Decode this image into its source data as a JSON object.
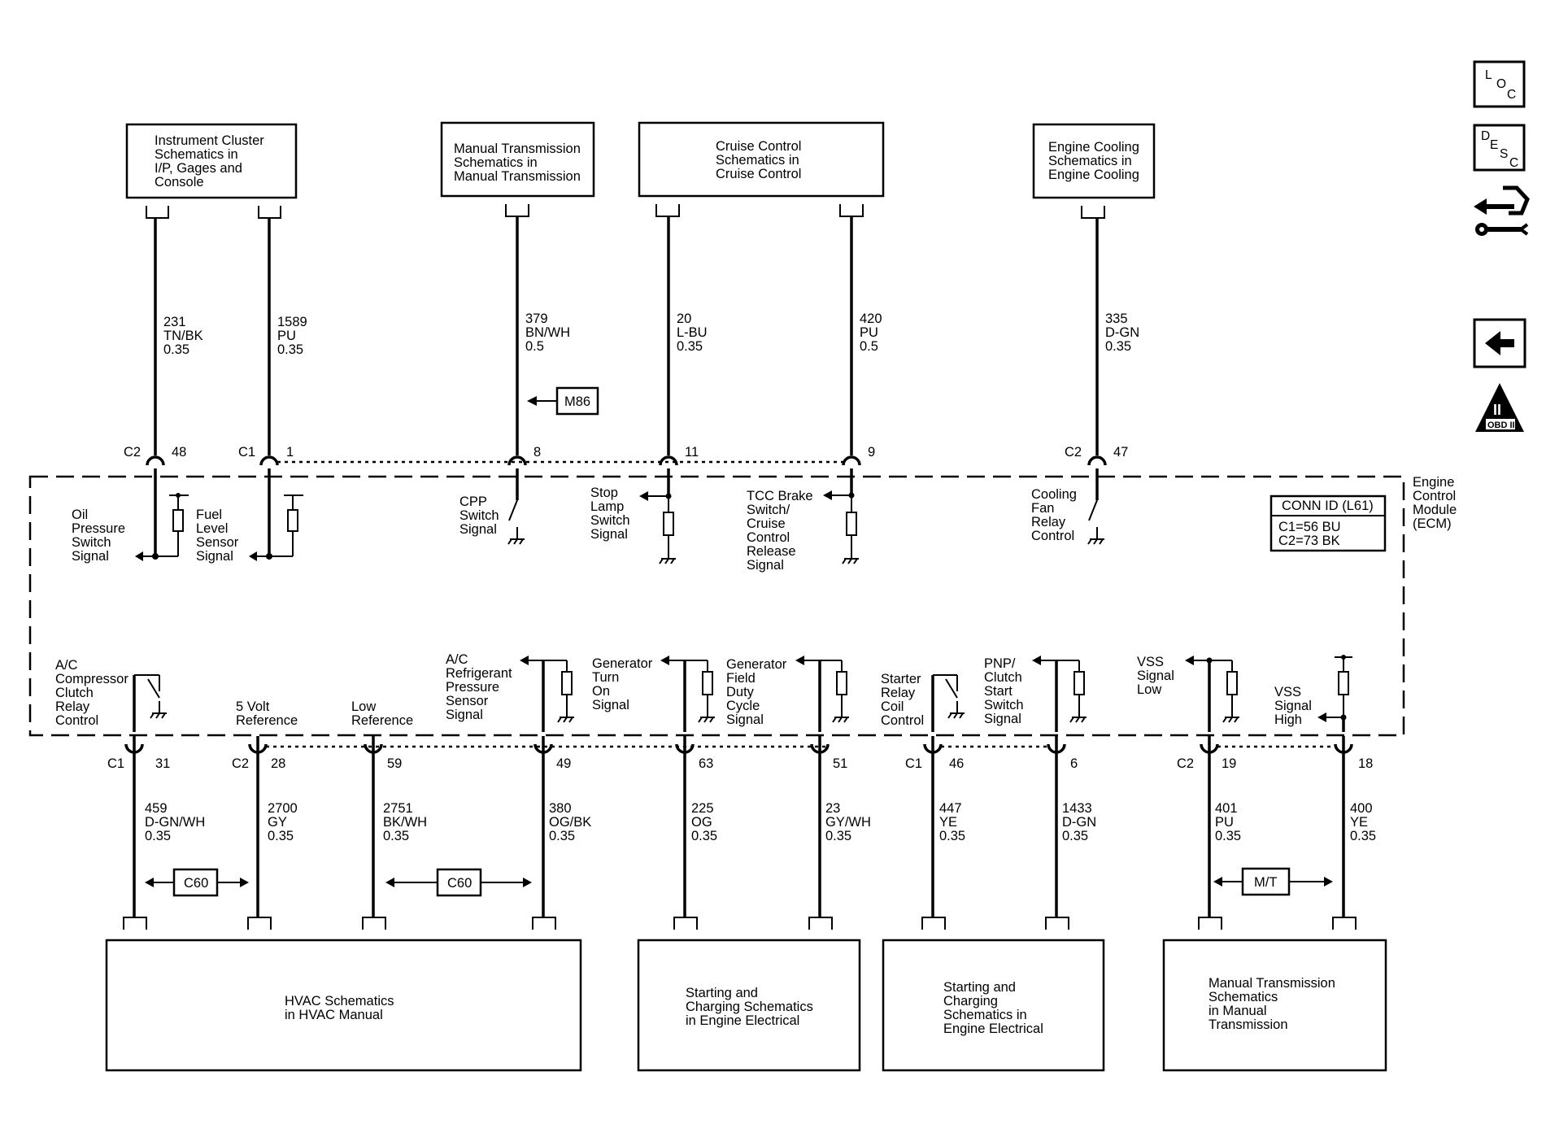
{
  "top_modules": [
    {
      "id": "ipc",
      "lines": [
        "Instrument Cluster",
        "Schematics in",
        "I/P, Gages and",
        "Console"
      ]
    },
    {
      "id": "mt",
      "lines": [
        "Manual Transmission",
        "Schematics in",
        "Manual Transmission"
      ]
    },
    {
      "id": "cruise",
      "lines": [
        "Cruise Control",
        "Schematics in",
        "Cruise Control"
      ]
    },
    {
      "id": "cool",
      "lines": [
        "Engine Cooling",
        "Schematics in",
        "Engine Cooling"
      ]
    }
  ],
  "bottom_modules": [
    {
      "id": "hvac",
      "lines": [
        "HVAC Schematics",
        "in HVAC Manual"
      ]
    },
    {
      "id": "start1",
      "lines": [
        "Starting and",
        "Charging Schematics",
        "in Engine Electrical"
      ]
    },
    {
      "id": "start2",
      "lines": [
        "Starting and",
        "Charging",
        "Schematics in",
        "Engine Electrical"
      ]
    },
    {
      "id": "mt2",
      "lines": [
        "Manual Transmission",
        "Schematics",
        "in Manual",
        "Transmission"
      ]
    }
  ],
  "top_wires": [
    {
      "circuit": "231",
      "color": "TN/BK",
      "gauge": "0.35",
      "conn": "C2",
      "pin": "48"
    },
    {
      "circuit": "1589",
      "color": "PU",
      "gauge": "0.35",
      "conn": "C1",
      "pin": "1"
    },
    {
      "circuit": "379",
      "color": "BN/WH",
      "gauge": "0.5",
      "conn": "",
      "pin": "8"
    },
    {
      "circuit": "20",
      "color": "L-BU",
      "gauge": "0.35",
      "conn": "",
      "pin": "11"
    },
    {
      "circuit": "420",
      "color": "PU",
      "gauge": "0.5",
      "conn": "",
      "pin": "9"
    },
    {
      "circuit": "335",
      "color": "D-GN",
      "gauge": "0.35",
      "conn": "C2",
      "pin": "47"
    }
  ],
  "bottom_wires": [
    {
      "circuit": "459",
      "color": "D-GN/WH",
      "gauge": "0.35",
      "conn": "C1",
      "pin": "31"
    },
    {
      "circuit": "2700",
      "color": "GY",
      "gauge": "0.35",
      "conn": "C2",
      "pin": "28"
    },
    {
      "circuit": "2751",
      "color": "BK/WH",
      "gauge": "0.35",
      "conn": "",
      "pin": "59"
    },
    {
      "circuit": "380",
      "color": "OG/BK",
      "gauge": "0.35",
      "conn": "",
      "pin": "49"
    },
    {
      "circuit": "225",
      "color": "OG",
      "gauge": "0.35",
      "conn": "",
      "pin": "63"
    },
    {
      "circuit": "23",
      "color": "GY/WH",
      "gauge": "0.35",
      "conn": "",
      "pin": "51"
    },
    {
      "circuit": "447",
      "color": "YE",
      "gauge": "0.35",
      "conn": "C1",
      "pin": "46"
    },
    {
      "circuit": "1433",
      "color": "D-GN",
      "gauge": "0.35",
      "conn": "",
      "pin": "6"
    },
    {
      "circuit": "401",
      "color": "PU",
      "gauge": "0.35",
      "conn": "C2",
      "pin": "19"
    },
    {
      "circuit": "400",
      "color": "YE",
      "gauge": "0.35",
      "conn": "",
      "pin": "18"
    }
  ],
  "top_signals": [
    {
      "id": "oil",
      "lines": [
        "Oil",
        "Pressure",
        "Switch",
        "Signal"
      ]
    },
    {
      "id": "fuel",
      "lines": [
        "Fuel",
        "Level",
        "Sensor",
        "Signal"
      ]
    },
    {
      "id": "cpp",
      "lines": [
        "CPP",
        "Switch",
        "Signal"
      ]
    },
    {
      "id": "stop",
      "lines": [
        "Stop",
        "Lamp",
        "Switch",
        "Signal"
      ]
    },
    {
      "id": "tcc",
      "lines": [
        "TCC Brake",
        "Switch/",
        "Cruise",
        "Control",
        "Release",
        "Signal"
      ]
    },
    {
      "id": "fan",
      "lines": [
        "Cooling",
        "Fan",
        "Relay",
        "Control"
      ]
    }
  ],
  "bottom_signals": [
    {
      "id": "ac",
      "lines": [
        "A/C",
        "Compressor",
        "Clutch",
        "Relay",
        "Control"
      ]
    },
    {
      "id": "5v",
      "lines": [
        "5 Volt",
        "Reference"
      ]
    },
    {
      "id": "low",
      "lines": [
        "Low",
        "Reference"
      ]
    },
    {
      "id": "acp",
      "lines": [
        "A/C",
        "Refrigerant",
        "Pressure",
        "Sensor",
        "Signal"
      ]
    },
    {
      "id": "gen",
      "lines": [
        "Generator",
        "Turn",
        "On",
        "Signal"
      ]
    },
    {
      "id": "genf",
      "lines": [
        "Generator",
        "Field",
        "Duty",
        "Cycle",
        "Signal"
      ]
    },
    {
      "id": "starter",
      "lines": [
        "Starter",
        "Relay",
        "Coil",
        "Control"
      ]
    },
    {
      "id": "pnp",
      "lines": [
        "PNP/",
        "Clutch",
        "Start",
        "Switch",
        "Signal"
      ]
    },
    {
      "id": "vssl",
      "lines": [
        "VSS",
        "Signal",
        "Low"
      ]
    },
    {
      "id": "vssh",
      "lines": [
        "VSS",
        "Signal",
        "High"
      ]
    }
  ],
  "ecm_label": [
    "Engine",
    "Control",
    "Module",
    "(ECM)"
  ],
  "conn_id": {
    "title": "CONN ID (L61)",
    "c1": "C1=56 BU",
    "c2": "C2=73 BK"
  },
  "connector_tags": {
    "m86": "M86",
    "c60_a": "C60",
    "c60_b": "C60",
    "mt": "M/T"
  },
  "nav": {
    "loc": [
      "L",
      "O",
      "C"
    ],
    "desc": [
      "D",
      "E",
      "S",
      "C"
    ],
    "obd_numeral": "II",
    "obd_text": "OBD II"
  }
}
